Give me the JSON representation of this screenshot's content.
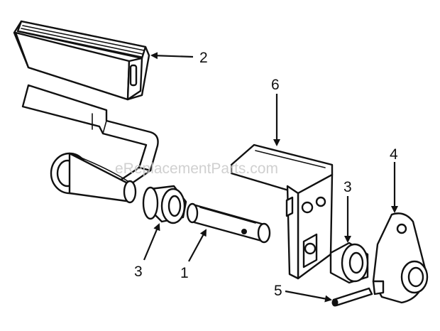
{
  "callouts": {
    "c1": "1",
    "c2": "2",
    "c3a": "3",
    "c3b": "3",
    "c4": "4",
    "c5": "5",
    "c6": "6"
  },
  "watermark": "eReplacementParts.com"
}
